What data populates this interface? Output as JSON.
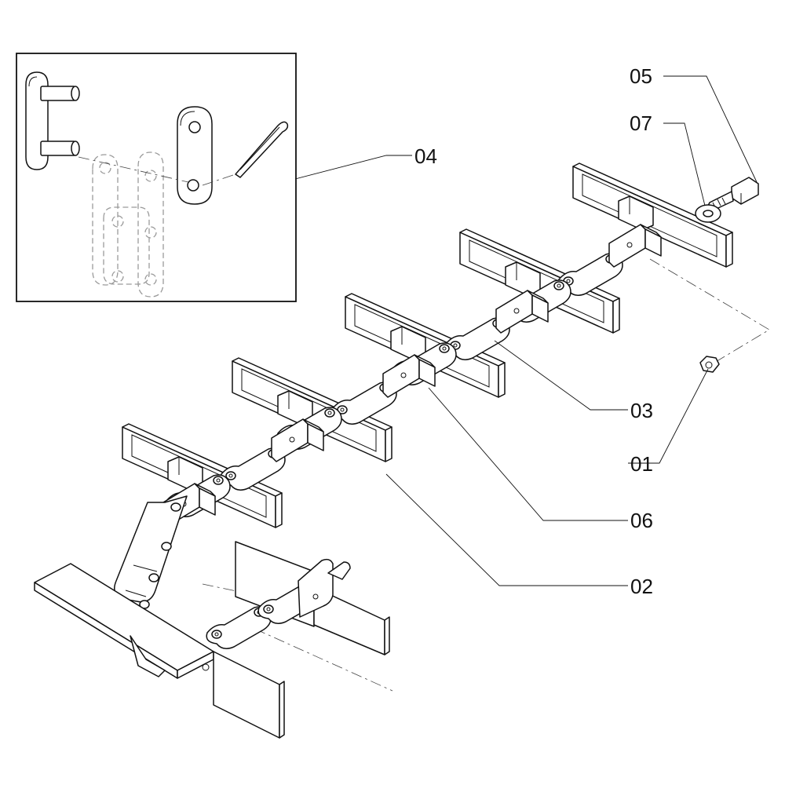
{
  "callouts": {
    "c01": "01",
    "c02": "02",
    "c03": "03",
    "c04": "04",
    "c05": "05",
    "c06": "06",
    "c07": "07"
  },
  "icons": {
    "bolt": "hex-bolt-icon",
    "washer": "washer-icon",
    "nut": "hex-nut-icon",
    "cotter": "cotter-pin-icon"
  },
  "colors": {
    "line": "#111111",
    "ghost": "#9a9a9a",
    "background": "#ffffff"
  }
}
